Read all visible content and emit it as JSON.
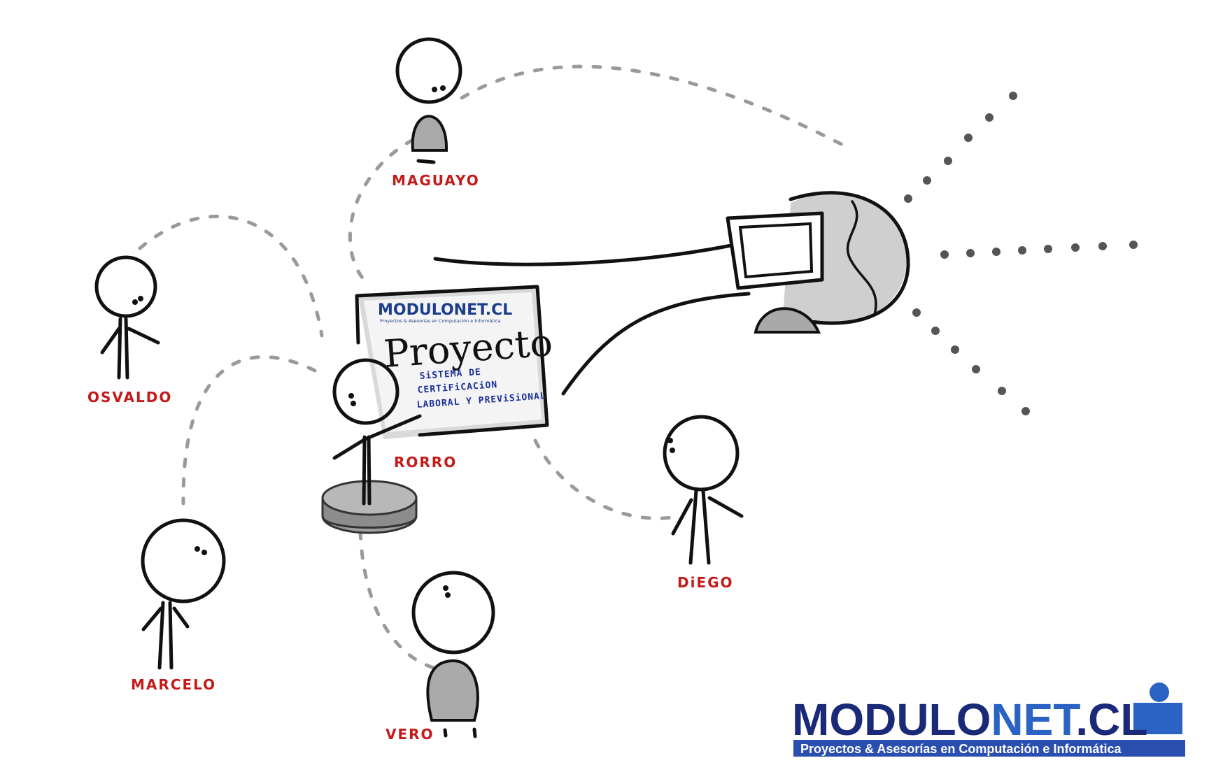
{
  "people": {
    "maguayo": "MAGUAYO",
    "osvaldo": "OSVALDO",
    "rorro": "RORRO",
    "marcelo": "MARCELO",
    "vero": "VERO",
    "diego": "DiEGO"
  },
  "board": {
    "logo": "MODULONET.CL",
    "logo_tagline": "Proyectos & Asesorías en Computación e Informática",
    "heading": "Proyecto",
    "line1": "SiSTEMA DE",
    "line2": "CERTiFiCACiON",
    "line3": "LABORAL Y PREViSiONAL"
  },
  "brand": {
    "name_part1": "MODULO",
    "name_part2": "NET",
    "name_part3": ".CL",
    "tagline": "Proyectos & Asesorías en Computación e Informática"
  },
  "colors": {
    "label_red": "#c41a1a",
    "brand_blue": "#1a2a78"
  }
}
